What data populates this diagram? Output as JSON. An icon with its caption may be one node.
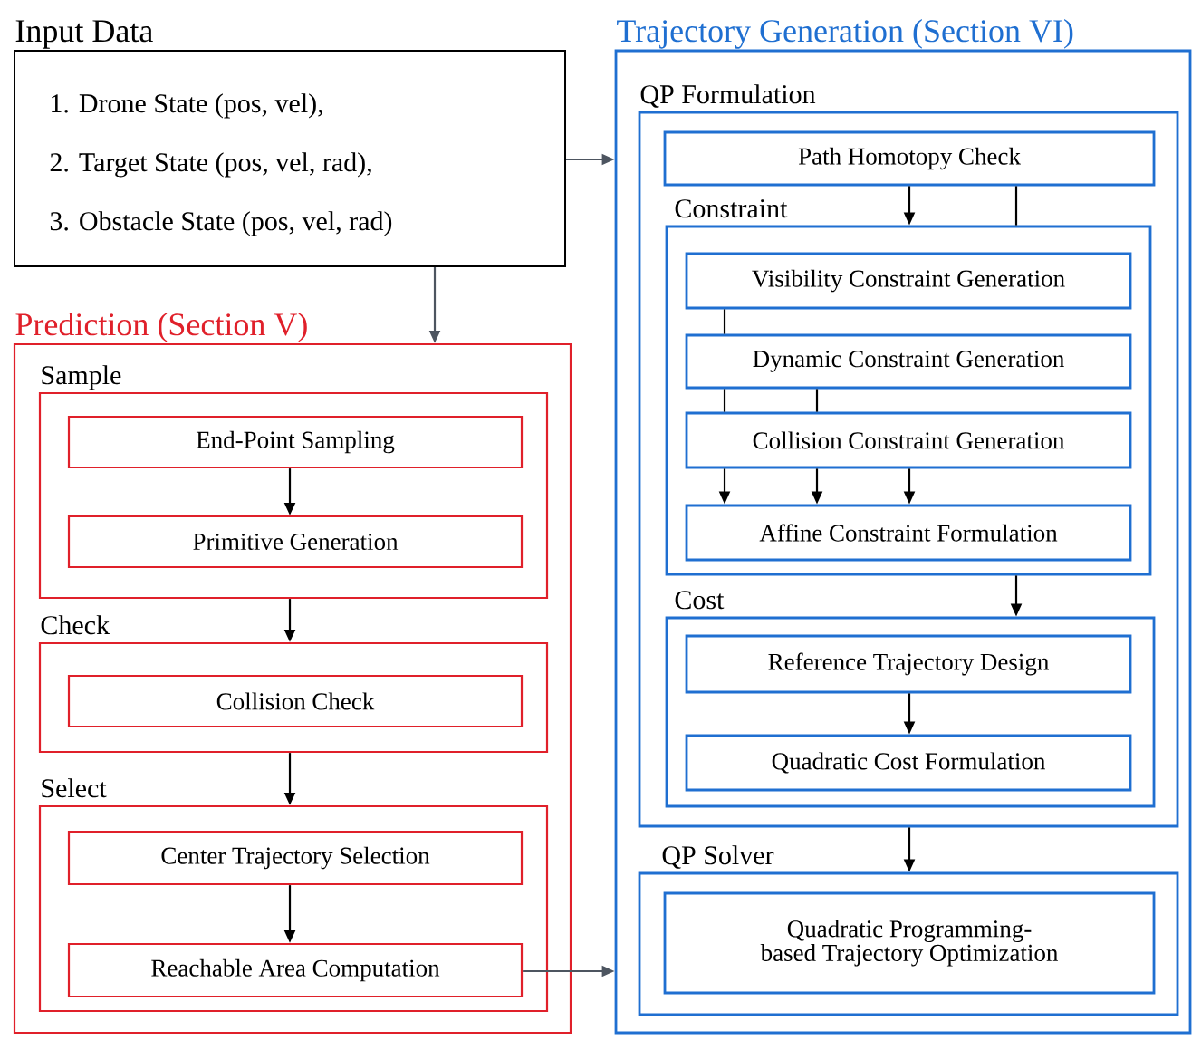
{
  "diagram": {
    "nodes": [
      {
        "text": [
          "Input Data",
          "1. Drone State (pos, vel),",
          "2. Target State (pos, vel, rad),",
          "3. Obstacle State (pos, vel, rad)"
        ]
      },
      {
        "text": [
          "Prediction (Section V)"
        ]
      },
      {
        "text": [
          "Sample"
        ],
        "in": 1
      },
      {
        "text": [
          "End-Point Sampling"
        ],
        "in": 2
      },
      {
        "text": [
          "Primitive Generation"
        ],
        "in": 2
      },
      {
        "text": [
          "Check"
        ],
        "in": 1
      },
      {
        "text": [
          "Collision Check"
        ],
        "in": 5
      },
      {
        "text": [
          "Select"
        ],
        "in": 1
      },
      {
        "text": [
          "Center Trajectory Selection"
        ],
        "in": 7
      },
      {
        "text": [
          "Reachable Area Computation"
        ],
        "in": 7
      },
      {
        "text": [
          "Trajectory Generation (Section VI)"
        ]
      },
      {
        "text": [
          "QP Formulation"
        ],
        "in": 10
      },
      {
        "text": [
          "Path Homotopy Check"
        ],
        "in": 11
      },
      {
        "text": [
          "Constraint"
        ],
        "in": 11
      },
      {
        "text": [
          "Visibility Constraint Generation"
        ],
        "in": 13
      },
      {
        "text": [
          "Dynamic Constraint Generation"
        ],
        "in": 13
      },
      {
        "text": [
          "Collision Constraint Generation"
        ],
        "in": 13
      },
      {
        "text": [
          "Affine Constraint Formulation"
        ],
        "in": 13
      },
      {
        "text": [
          "Cost"
        ],
        "in": 11
      },
      {
        "text": [
          "Reference Trajectory Design"
        ],
        "in": 18
      },
      {
        "text": [
          "Quadratic Cost Formulation"
        ],
        "in": 18
      },
      {
        "text": [
          "QP Solver"
        ],
        "in": 10
      },
      {
        "text": [
          "Quadratic Programming-based Trajectory Optimization"
        ],
        "in": 21
      }
    ],
    "edges": [
      {
        "from": 0,
        "to": 1,
        "arrow": "to",
        "color": "#4d5560"
      },
      {
        "from": 0,
        "to": 10,
        "arrow": "to",
        "color": "#4d5560"
      },
      {
        "from": 3,
        "to": 4,
        "arrow": "to"
      },
      {
        "from": 2,
        "to": 5,
        "arrow": "to"
      },
      {
        "from": 5,
        "to": 7,
        "arrow": "to"
      },
      {
        "from": 8,
        "to": 9,
        "arrow": "to"
      },
      {
        "from": 9,
        "to": 10,
        "arrow": "to",
        "color": "#4d5560"
      },
      {
        "from": 12,
        "to": 13,
        "arrow": "to"
      },
      {
        "from": 12,
        "to": 13,
        "arrow": "none"
      },
      {
        "from": 14,
        "to": 15,
        "arrow": "none"
      },
      {
        "from": 15,
        "to": 16,
        "arrow": "none"
      },
      {
        "from": 15,
        "to": 16,
        "arrow": "none"
      },
      {
        "from": 16,
        "to": 17,
        "arrow": "to"
      },
      {
        "from": 16,
        "to": 17,
        "arrow": "to"
      },
      {
        "from": 16,
        "to": 17,
        "arrow": "to"
      },
      {
        "from": 13,
        "to": 18,
        "arrow": "to"
      },
      {
        "from": 19,
        "to": 20,
        "arrow": "to"
      },
      {
        "from": 11,
        "to": 21,
        "arrow": "to"
      }
    ]
  }
}
